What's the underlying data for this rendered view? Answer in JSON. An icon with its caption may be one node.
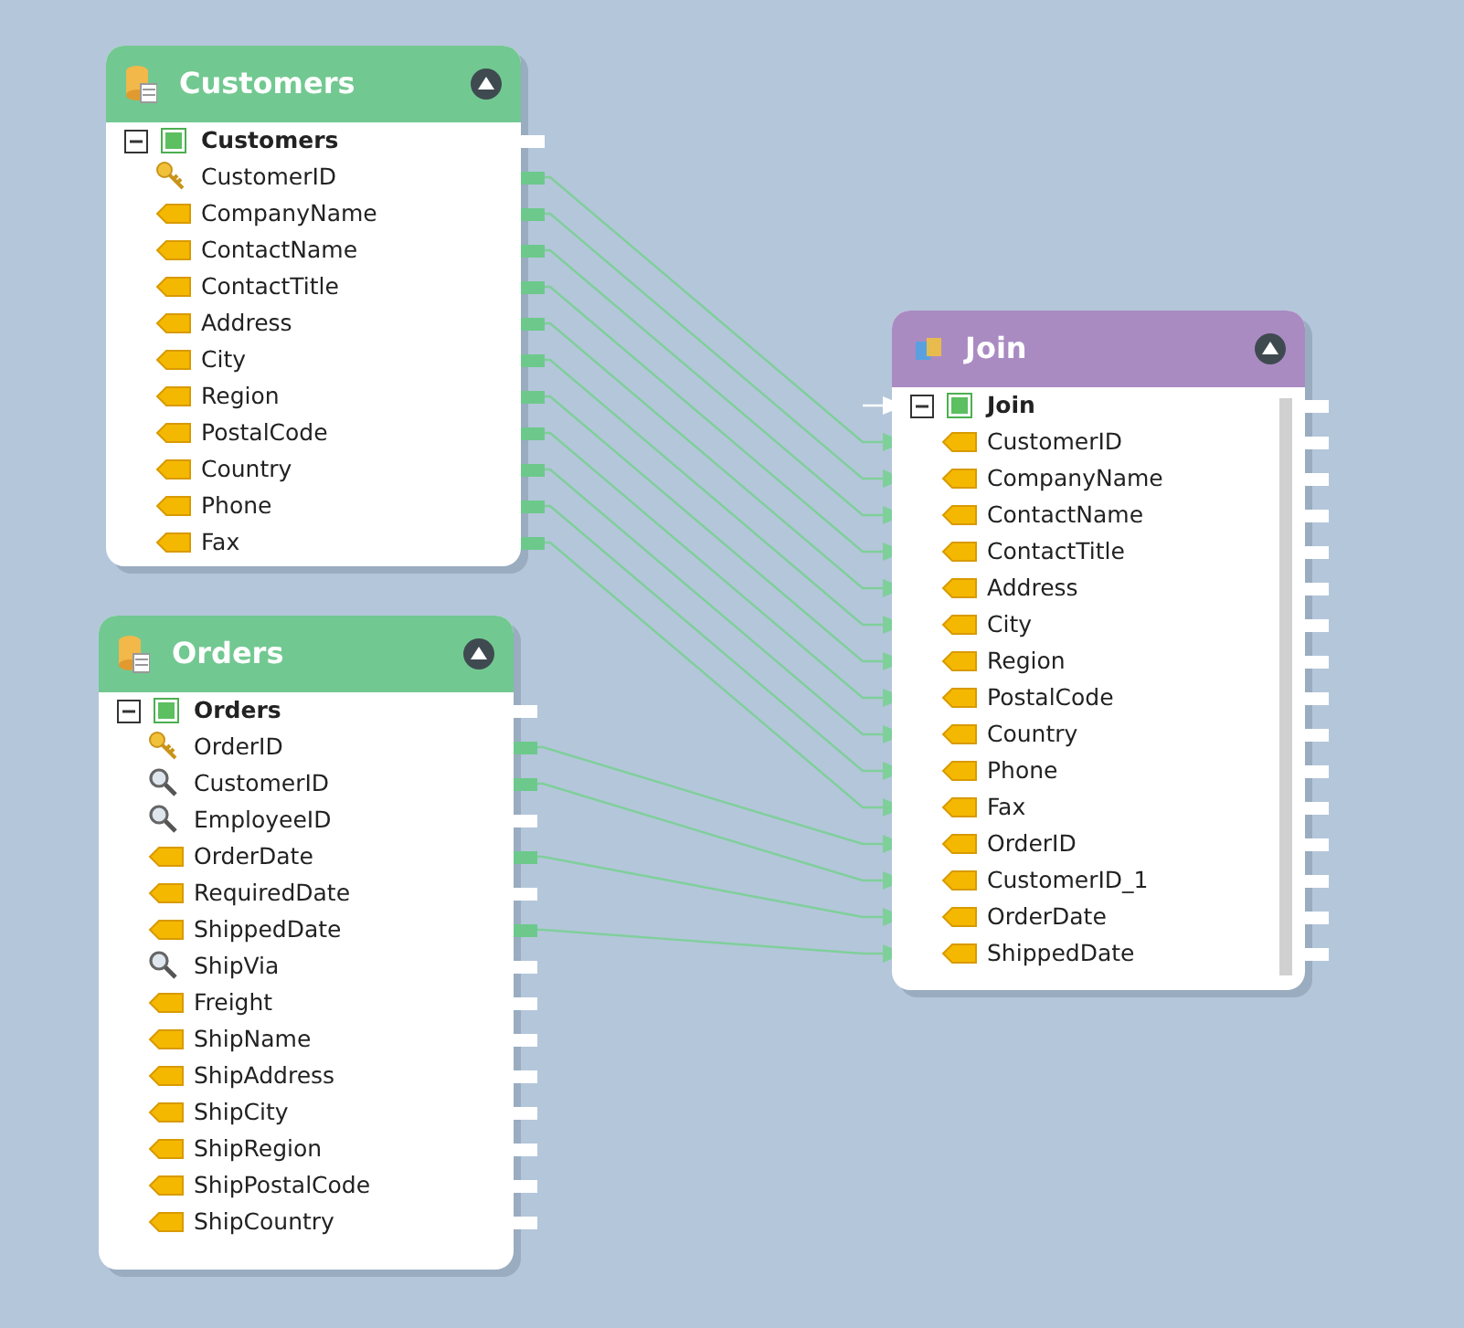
{
  "diagram": {
    "nodes": [
      {
        "text": [
          "Customers"
        ]
      },
      {
        "text": [
          "Customers"
        ],
        "in": 0
      },
      {
        "text": [
          "CustomerID"
        ],
        "in": 0
      },
      {
        "text": [
          "CompanyName"
        ],
        "in": 0
      },
      {
        "text": [
          "ContactName"
        ],
        "in": 0
      },
      {
        "text": [
          "ContactTitle"
        ],
        "in": 0
      },
      {
        "text": [
          "Address"
        ],
        "in": 0
      },
      {
        "text": [
          "City"
        ],
        "in": 0
      },
      {
        "text": [
          "Region"
        ],
        "in": 0
      },
      {
        "text": [
          "PostalCode"
        ],
        "in": 0
      },
      {
        "text": [
          "Country"
        ],
        "in": 0
      },
      {
        "text": [
          "Phone"
        ],
        "in": 0
      },
      {
        "text": [
          "Fax"
        ],
        "in": 0
      },
      {
        "text": [
          "Orders"
        ]
      },
      {
        "text": [
          "Orders"
        ],
        "in": 13
      },
      {
        "text": [
          "OrderID"
        ],
        "in": 13
      },
      {
        "text": [
          "CustomerID"
        ],
        "in": 13
      },
      {
        "text": [
          "EmployeeID"
        ],
        "in": 13
      },
      {
        "text": [
          "OrderDate"
        ],
        "in": 13
      },
      {
        "text": [
          "RequiredDate"
        ],
        "in": 13
      },
      {
        "text": [
          "ShippedDate"
        ],
        "in": 13
      },
      {
        "text": [
          "ShipVia"
        ],
        "in": 13
      },
      {
        "text": [
          "Freight"
        ],
        "in": 13
      },
      {
        "text": [
          "ShipName"
        ],
        "in": 13
      },
      {
        "text": [
          "ShipAddress"
        ],
        "in": 13
      },
      {
        "text": [
          "ShipCity"
        ],
        "in": 13
      },
      {
        "text": [
          "ShipRegion"
        ],
        "in": 13
      },
      {
        "text": [
          "ShipPostalCode"
        ],
        "in": 13
      },
      {
        "text": [
          "ShipCountry"
        ],
        "in": 13
      },
      {
        "text": [
          "Join"
        ]
      },
      {
        "text": [
          "Join"
        ],
        "in": 29
      },
      {
        "text": [
          "CustomerID"
        ],
        "in": 29
      },
      {
        "text": [
          "CompanyName"
        ],
        "in": 29
      },
      {
        "text": [
          "ContactName"
        ],
        "in": 29
      },
      {
        "text": [
          "ContactTitle"
        ],
        "in": 29
      },
      {
        "text": [
          "Address"
        ],
        "in": 29
      },
      {
        "text": [
          "City"
        ],
        "in": 29
      },
      {
        "text": [
          "Region"
        ],
        "in": 29
      },
      {
        "text": [
          "PostalCode"
        ],
        "in": 29
      },
      {
        "text": [
          "Country"
        ],
        "in": 29
      },
      {
        "text": [
          "Phone"
        ],
        "in": 29
      },
      {
        "text": [
          "Fax"
        ],
        "in": 29
      },
      {
        "text": [
          "OrderID"
        ],
        "in": 29
      },
      {
        "text": [
          "CustomerID_1"
        ],
        "in": 29
      },
      {
        "text": [
          "OrderDate"
        ],
        "in": 29
      },
      {
        "text": [
          "ShippedDate"
        ],
        "in": 29
      }
    ],
    "edges": [
      {
        "from": 2,
        "to": 31,
        "arrow": "to"
      },
      {
        "from": 3,
        "to": 32,
        "arrow": "to"
      },
      {
        "from": 4,
        "to": 33,
        "arrow": "to"
      },
      {
        "from": 5,
        "to": 34,
        "arrow": "to"
      },
      {
        "from": 6,
        "to": 35,
        "arrow": "to"
      },
      {
        "from": 7,
        "to": 36,
        "arrow": "to"
      },
      {
        "from": 8,
        "to": 37,
        "arrow": "to"
      },
      {
        "from": 9,
        "to": 38,
        "arrow": "to"
      },
      {
        "from": 10,
        "to": 39,
        "arrow": "to"
      },
      {
        "from": 11,
        "to": 40,
        "arrow": "to"
      },
      {
        "from": 12,
        "to": 41,
        "arrow": "to"
      },
      {
        "from": 15,
        "to": 42,
        "arrow": "to"
      },
      {
        "from": 16,
        "to": 43,
        "arrow": "to"
      },
      {
        "from": 18,
        "to": 44,
        "arrow": "to"
      },
      {
        "from": 20,
        "to": 45,
        "arrow": "to"
      },
      {
        "from": null,
        "to": 30,
        "arrow": "to",
        "color": "#ffffff"
      }
    ]
  }
}
